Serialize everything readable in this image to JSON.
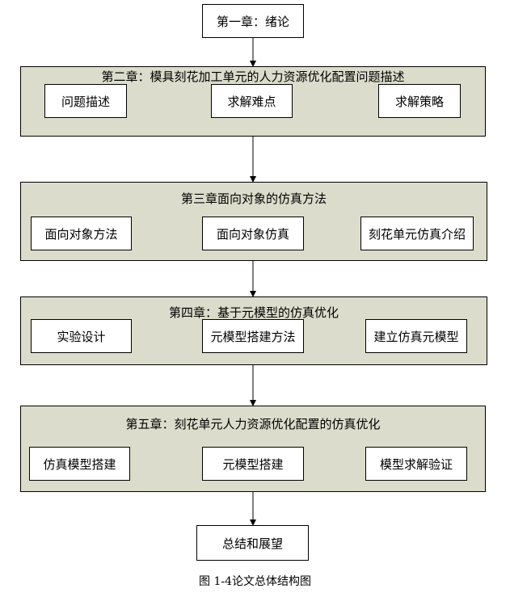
{
  "top": {
    "label": "第一章：绪论"
  },
  "chapters": [
    {
      "title": "第二章：模具刻花加工单元的人力资源优化配置问题描述",
      "steps": [
        "问题描述",
        "求解难点",
        "求解策略"
      ]
    },
    {
      "title": "第三章面向对象的仿真方法",
      "steps": [
        "面向对象方法",
        "面向对象仿真",
        "刻花单元仿真介绍"
      ]
    },
    {
      "title": "第四章：基于元模型的仿真优化",
      "steps": [
        "实验设计",
        "元模型搭建方法",
        "建立仿真元模型"
      ]
    },
    {
      "title": "第五章：刻花单元人力资源优化配置的仿真优化",
      "steps": [
        "仿真模型搭建",
        "元模型搭建",
        "模型求解验证"
      ]
    }
  ],
  "bottom": {
    "label": "总结和展望"
  },
  "caption": "图  1-4论文总体结构图"
}
